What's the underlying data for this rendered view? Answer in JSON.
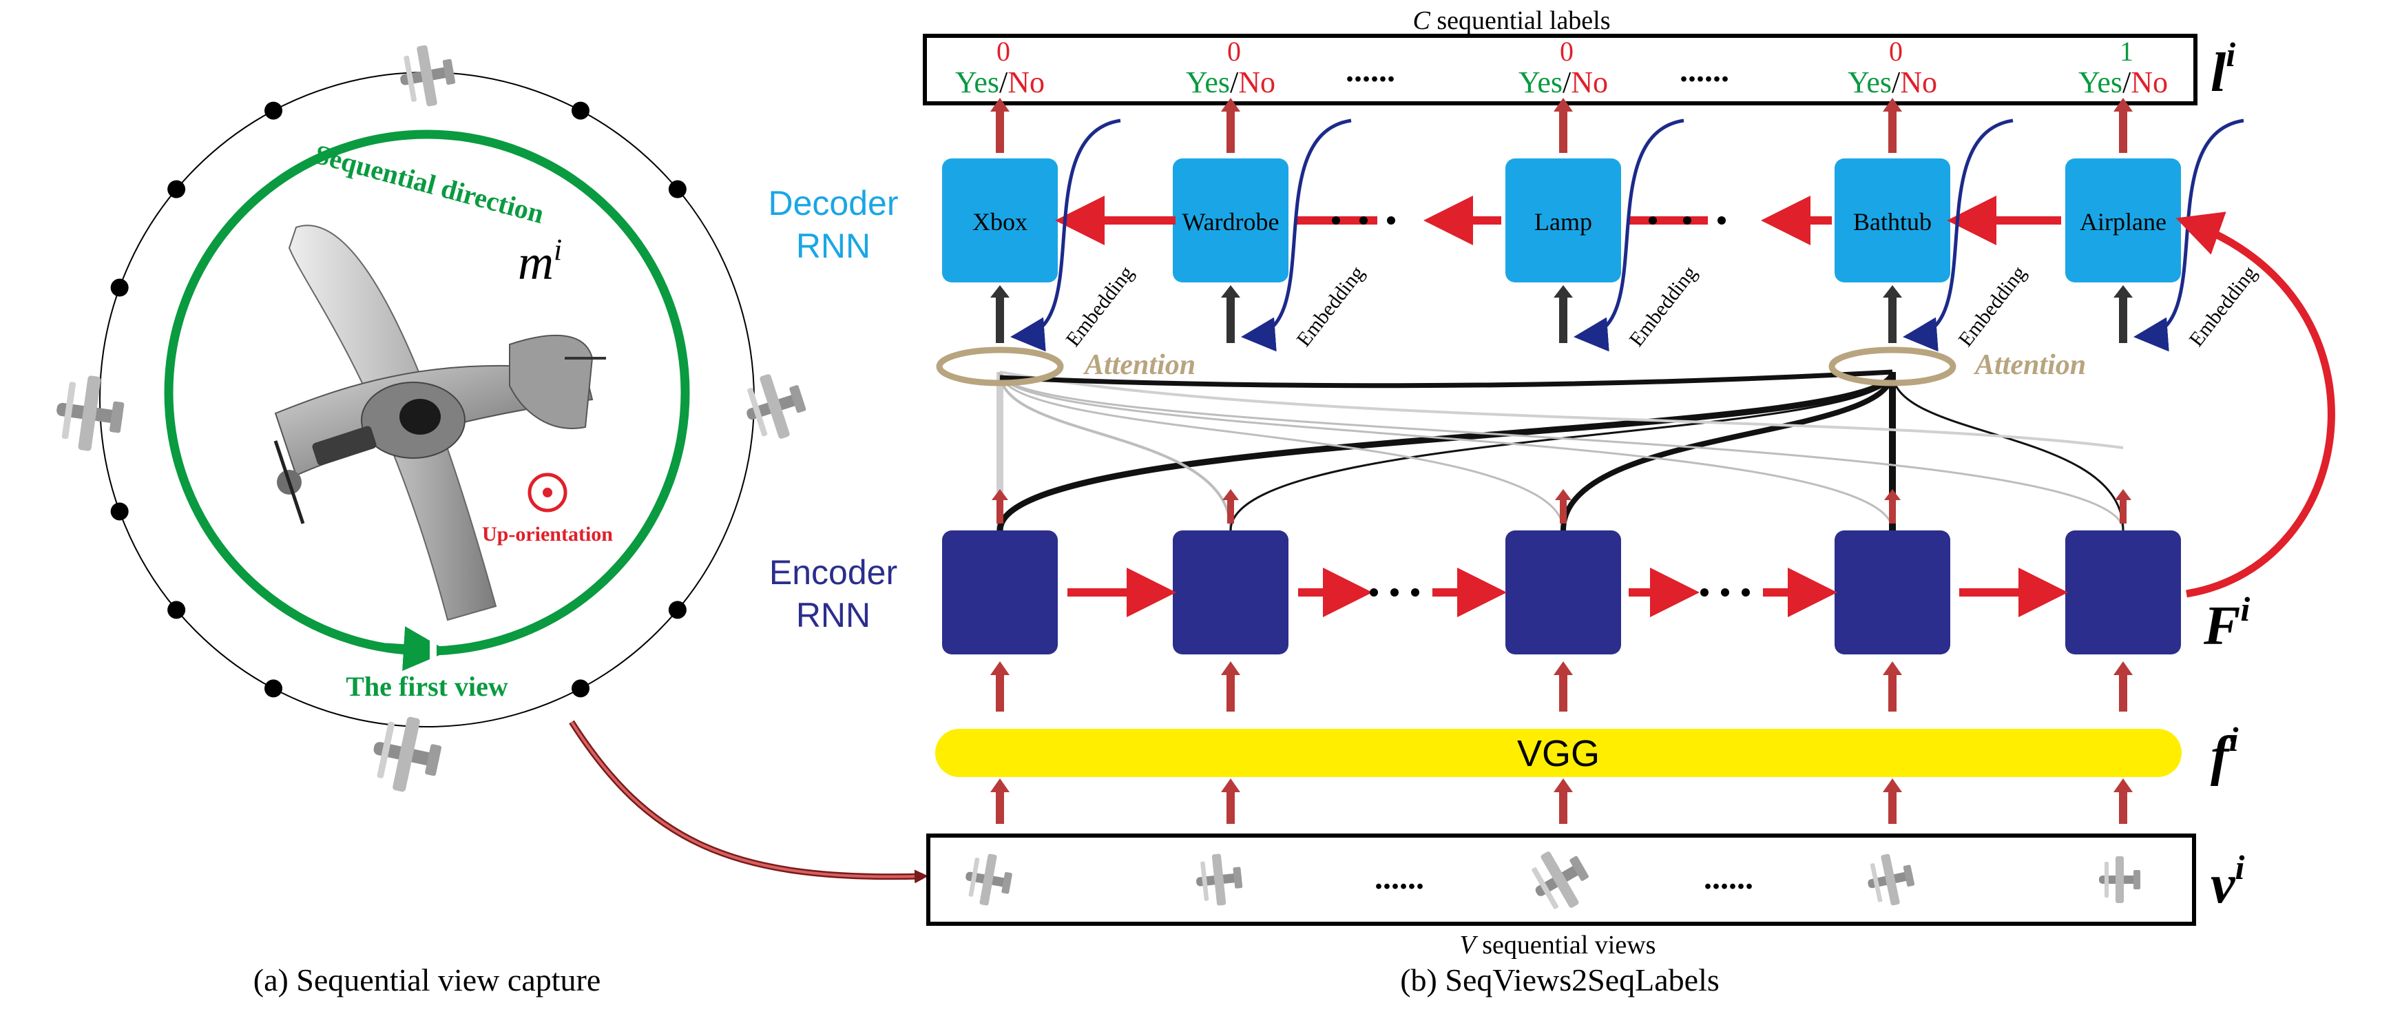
{
  "left_panel": {
    "model_label": "m",
    "model_sup": "i",
    "sequential_direction": "Sequential direction",
    "up_orientation": "Up-orientation",
    "first_view": "The first view",
    "caption": "(a) Sequential view capture"
  },
  "right_panel": {
    "labels_title_italic": "C",
    "labels_title_rest": " sequential labels",
    "label_box_symbol": "l",
    "label_box_sup": "i",
    "labels": [
      {
        "value": "0",
        "yes": "Yes",
        "sep": "/",
        "no": "No"
      },
      {
        "value": "0",
        "yes": "Yes",
        "sep": "/",
        "no": "No"
      },
      {
        "value": "0",
        "yes": "Yes",
        "sep": "/",
        "no": "No"
      },
      {
        "value": "0",
        "yes": "Yes",
        "sep": "/",
        "no": "No"
      },
      {
        "value": "1",
        "yes": "Yes",
        "sep": "/",
        "no": "No"
      }
    ],
    "dots": "......",
    "decoder_label_1": "Decoder",
    "decoder_label_2": "RNN",
    "decoder_cells": [
      "Xbox",
      "Wardrobe",
      "Lamp",
      "Bathtub",
      "Airplane"
    ],
    "embedding": "Embedding",
    "attention": "Attention",
    "encoder_label_1": "Encoder",
    "encoder_label_2": "RNN",
    "encoder_symbol": "F",
    "encoder_sup": "i",
    "vgg_label": "VGG",
    "vgg_symbol": "f",
    "vgg_sup": "i",
    "views_symbol": "v",
    "views_sup": "i",
    "views_title_italic": "V",
    "views_title_rest": " sequential views",
    "caption": "(b) SeqViews2SeqLabels"
  },
  "colors": {
    "green": "#0a9a40",
    "red": "#e0202a",
    "decoder_box": "#1aa6e6",
    "encoder_box": "#2b2e8c",
    "navy": "#1c2a8a",
    "vgg": "#ffee00",
    "attention": "#b8a47e"
  }
}
